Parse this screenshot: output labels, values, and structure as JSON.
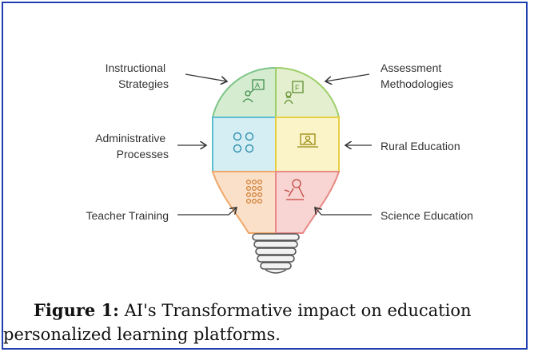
{
  "diagram": {
    "sections": [
      {
        "label_line1": "Instructional",
        "label_line2": "Strategies",
        "icon": "teacher-board-icon",
        "color": "#d6ecd0",
        "side": "left"
      },
      {
        "label_line1": "Assessment",
        "label_line2": "Methodologies",
        "icon": "presenter-icon",
        "color": "#e3efcf",
        "side": "right"
      },
      {
        "label_line1": "Administrative",
        "label_line2": "Processes",
        "icon": "grid-circles-icon",
        "color": "#d4eef4",
        "side": "left"
      },
      {
        "label_line1": "Rural Education",
        "label_line2": "",
        "icon": "laptop-user-icon",
        "color": "#fbf4c8",
        "side": "right"
      },
      {
        "label_line1": "Teacher Training",
        "label_line2": "",
        "icon": "dots-grid-icon",
        "color": "#fbe0c9",
        "side": "left"
      },
      {
        "label_line1": "Science Education",
        "label_line2": "",
        "icon": "microscope-icon",
        "color": "#f8d4d2",
        "side": "right"
      }
    ]
  },
  "caption": {
    "label": "Figure 1:",
    "text": " AI's Transformative impact on education personalized learning platforms."
  }
}
